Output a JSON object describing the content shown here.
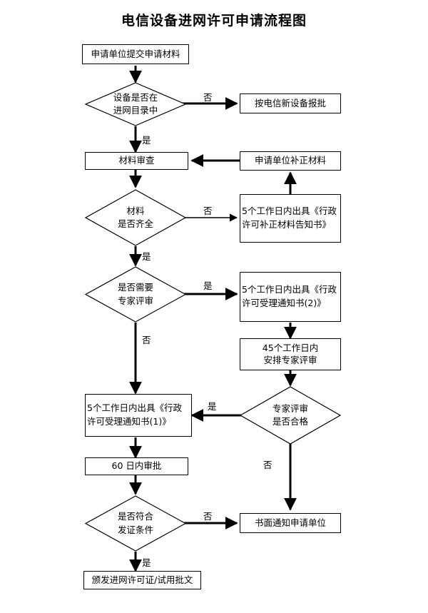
{
  "title": "电信设备进网许可申请流程图",
  "nodes": {
    "submit": {
      "label": "申请单位提交申请材料",
      "shape": "box"
    },
    "in_catalog": {
      "line1": "设备是否在",
      "line2": "进网目录中",
      "shape": "diamond"
    },
    "new_device": {
      "label": "按电信新设备报批",
      "shape": "box"
    },
    "material_review": {
      "label": "材料审查",
      "shape": "box"
    },
    "supplement": {
      "label": "申请单位补正材料",
      "shape": "box"
    },
    "material_complete": {
      "line1": "材料",
      "line2": "是否齐全",
      "shape": "diamond"
    },
    "notice_supplement": {
      "label": "5个工作日内出具《行政许可补正材料告知书》",
      "shape": "box"
    },
    "need_expert": {
      "line1": "是否需要",
      "line2": "专家评审",
      "shape": "diamond"
    },
    "accept_notice_2": {
      "label": "5个工作日内出具《行政许可受理通知书(2)》",
      "shape": "box"
    },
    "arrange_expert": {
      "line1": "45个工作日内",
      "line2": "安排专家评审",
      "shape": "box"
    },
    "expert_pass": {
      "line1": "专家评审",
      "line2": "是否合格",
      "shape": "diamond"
    },
    "accept_notice_1": {
      "label": "5个工作日内出具《行政许可受理通知书(1)》",
      "shape": "box"
    },
    "approve_60": {
      "label": "60 日内审批",
      "shape": "box"
    },
    "meets_conditions": {
      "line1": "是否符合",
      "line2": "发证条件",
      "shape": "diamond"
    },
    "written_notice": {
      "label": "书面通知申请单位",
      "shape": "box"
    },
    "issue_license": {
      "label": "颁发进网许可证/试用批文",
      "shape": "box"
    }
  },
  "edge_labels": {
    "catalog_no": "否",
    "catalog_yes": "是",
    "complete_no": "否",
    "complete_yes": "是",
    "expert_yes": "是",
    "expert_no": "否",
    "pass_yes": "是",
    "pass_no": "否",
    "conditions_no": "否",
    "conditions_yes": "是"
  },
  "colors": {
    "stroke": "#000000",
    "fill": "#ffffff",
    "text": "#000000"
  }
}
